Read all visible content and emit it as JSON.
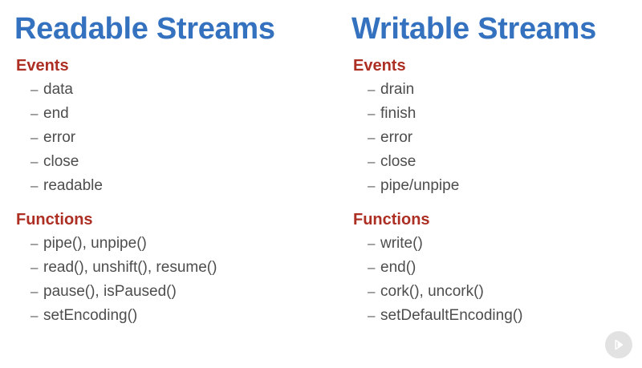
{
  "slide": {
    "background_color": "#ffffff",
    "title_color": "#3471bf",
    "heading_color": "#ad2f24",
    "item_color": "#4d4d4d",
    "bullet_dash": "–"
  },
  "columns": [
    {
      "title": "Readable Streams",
      "sections": [
        {
          "heading": "Events",
          "items": [
            "data",
            "end",
            "error",
            "close",
            "readable"
          ]
        },
        {
          "heading": "Functions",
          "items": [
            "pipe(), unpipe()",
            "read(), unshift(), resume()",
            "pause(), isPaused()",
            "setEncoding()"
          ]
        }
      ]
    },
    {
      "title": "Writable Streams",
      "sections": [
        {
          "heading": "Events",
          "items": [
            "drain",
            "finish",
            "error",
            "close",
            "pipe/unpipe"
          ]
        },
        {
          "heading": "Functions",
          "items": [
            "write()",
            "end()",
            "cork(), uncork()",
            "setDefaultEncoding()"
          ]
        }
      ]
    }
  ],
  "logo": {
    "name": "play-triangle-icon",
    "circle_color": "#e2e2e2",
    "glyph_color": "#ffffff"
  }
}
